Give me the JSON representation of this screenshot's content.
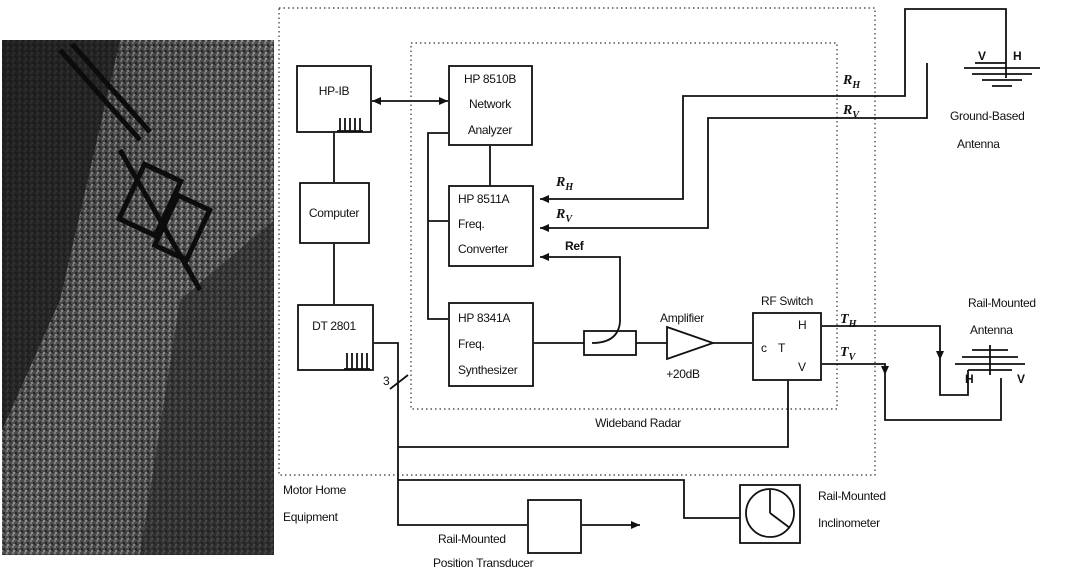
{
  "blocks": {
    "hpib": "HP-IB",
    "computer": "Computer",
    "dt2801": "DT 2801",
    "na_line1": "HP 8510B",
    "na_line2": "Network",
    "na_line3": "Analyzer",
    "fc_line1": "HP 8511A",
    "fc_line2": "Freq.",
    "fc_line3": "Converter",
    "fs_line1": "HP 8341A",
    "fs_line2": "Freq.",
    "fs_line3": "Synthesizer",
    "amplifier": "Amplifier",
    "gain": "+20dB",
    "rf_switch": "RF Switch",
    "sw_h": "H",
    "sw_c": "c",
    "sw_t": "T",
    "sw_v": "V"
  },
  "signals": {
    "rh_main": "RH",
    "rv_main": "RV",
    "rh_in": "RH",
    "rv_in": "RV",
    "ref": "Ref",
    "th": "TH",
    "tv": "TV",
    "bus_width": "3"
  },
  "groups": {
    "wideband_radar": "Wideband Radar",
    "motor_home_line1": "Motor Home",
    "motor_home_line2": "Equipment"
  },
  "external": {
    "gb_line1": "Ground-Based",
    "gb_line2": "Antenna",
    "gb_v": "V",
    "gb_h": "H",
    "rm_line1": "Rail-Mounted",
    "rm_line2": "Antenna",
    "rm_h": "H",
    "rm_v": "V",
    "incl_line1": "Rail-Mounted",
    "incl_line2": "Inclinometer",
    "pos_line1": "Rail-Mounted",
    "pos_line2": "Position Transducer"
  }
}
